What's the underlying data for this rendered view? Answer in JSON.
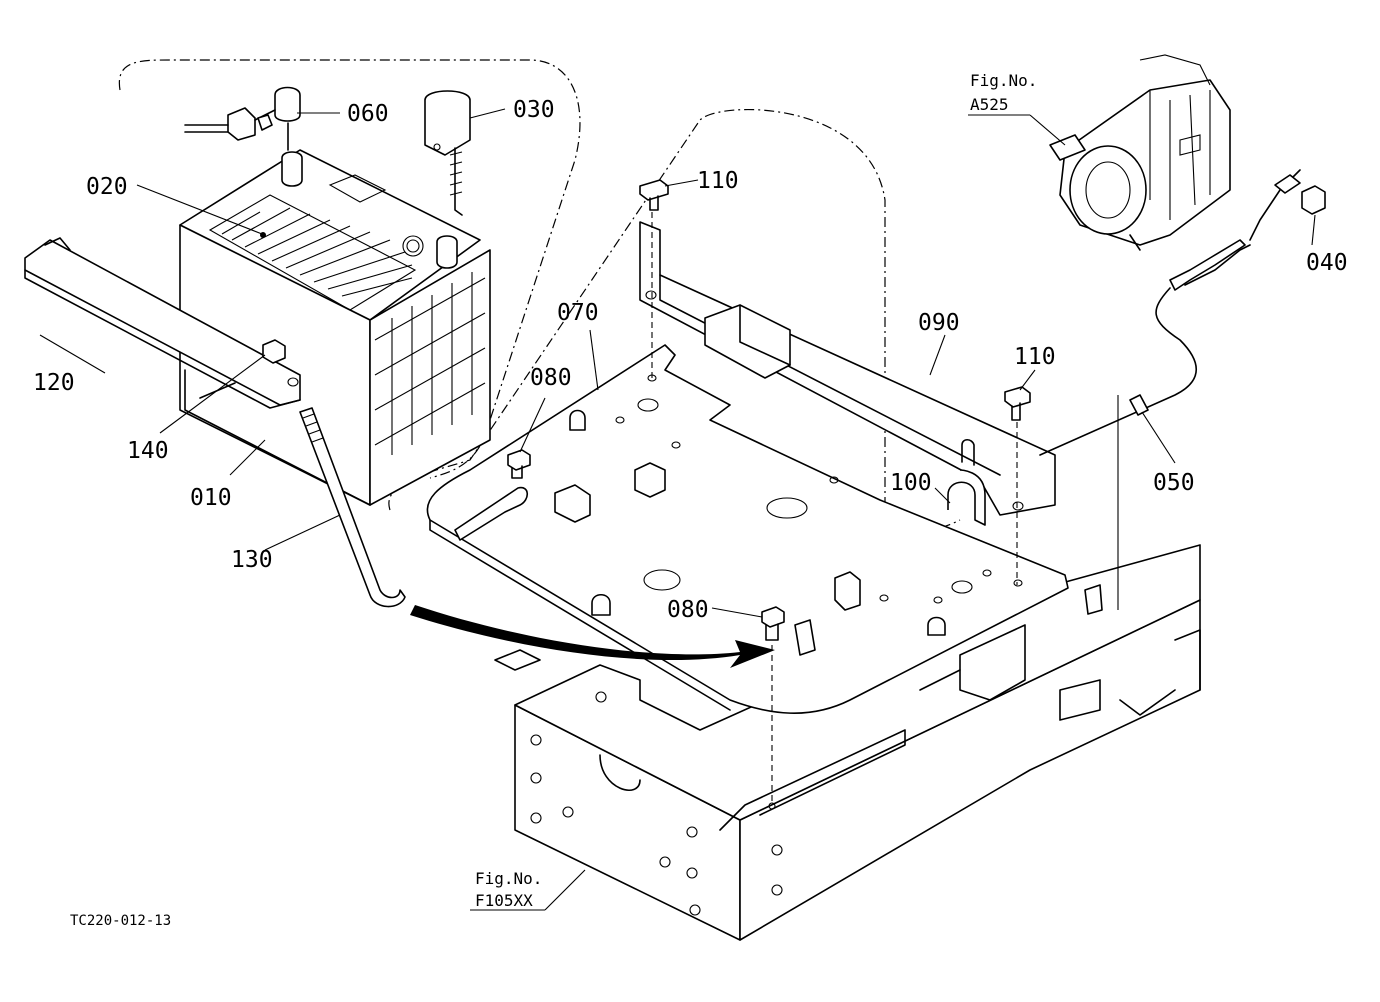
{
  "labels": {
    "p010": "010",
    "p020": "020",
    "p030": "030",
    "p040": "040",
    "p050": "050",
    "p060": "060",
    "p070": "070",
    "p080a": "080",
    "p080b": "080",
    "p090": "090",
    "p100": "100",
    "p110a": "110",
    "p110b": "110",
    "p120": "120",
    "p130": "130",
    "p140": "140"
  },
  "refs": {
    "starter_fig": "Fig.No.",
    "starter_num": "A525",
    "frame_fig": "Fig.No.",
    "frame_num": "F105XX"
  },
  "drawing_code": "TC220-012-13"
}
